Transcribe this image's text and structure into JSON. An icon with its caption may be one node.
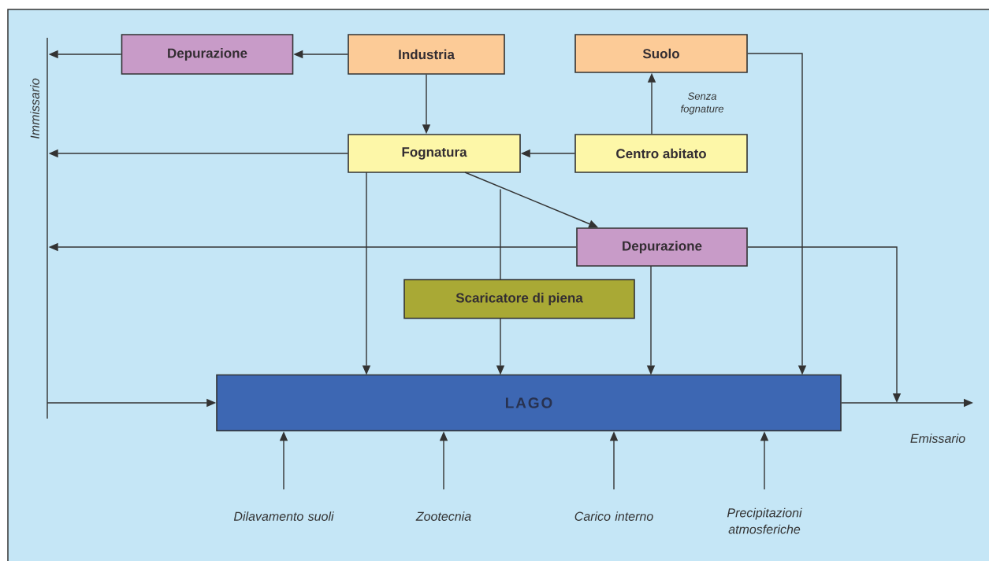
{
  "diagram": {
    "nodes": [
      {
        "text": [
          "Immissario"
        ]
      },
      {
        "text": [
          "Depurazione"
        ]
      },
      {
        "text": [
          "Industria"
        ]
      },
      {
        "text": [
          "Suolo"
        ]
      },
      {
        "text": [
          "Fognatura"
        ]
      },
      {
        "text": [
          "Centro abitato"
        ]
      },
      {
        "text": [
          "Depurazione"
        ]
      },
      {
        "text": [
          "Scaricatore di piena"
        ]
      },
      {
        "text": [
          "LAGO"
        ]
      },
      {
        "text": [
          "Emissario"
        ]
      },
      {
        "text": [
          "Dilavamento suoli"
        ]
      },
      {
        "text": [
          "Zootecnia"
        ]
      },
      {
        "text": [
          "Carico interno"
        ]
      },
      {
        "text": [
          "Precipitazioni atmosferiche"
        ]
      }
    ],
    "edges": [
      {
        "from": 2,
        "to": 1,
        "arrow": "to"
      },
      {
        "from": 1,
        "to": 0,
        "arrow": "to"
      },
      {
        "from": 2,
        "to": 4,
        "arrow": "to"
      },
      {
        "from": 5,
        "to": 3,
        "arrow": "to",
        "label": "Senza fognature"
      },
      {
        "from": 5,
        "to": 4,
        "arrow": "to"
      },
      {
        "from": 4,
        "to": 0,
        "arrow": "to"
      },
      {
        "from": 4,
        "to": 6,
        "arrow": "to"
      },
      {
        "from": 4,
        "to": 7,
        "arrow": "none"
      },
      {
        "from": 4,
        "to": 8,
        "arrow": "to"
      },
      {
        "from": 6,
        "to": 0,
        "arrow": "to"
      },
      {
        "from": 7,
        "to": 8,
        "arrow": "to"
      },
      {
        "from": 6,
        "to": 8,
        "arrow": "to"
      },
      {
        "from": 3,
        "to": 8,
        "arrow": "to"
      },
      {
        "from": 6,
        "to": 9,
        "arrow": "to"
      },
      {
        "from": 0,
        "to": 8,
        "arrow": "to"
      },
      {
        "from": 8,
        "to": 9,
        "arrow": "to"
      },
      {
        "from": 10,
        "to": 8,
        "arrow": "to"
      },
      {
        "from": 11,
        "to": 8,
        "arrow": "to"
      },
      {
        "from": 12,
        "to": 8,
        "arrow": "to"
      },
      {
        "from": 13,
        "to": 8,
        "arrow": "to"
      }
    ]
  }
}
